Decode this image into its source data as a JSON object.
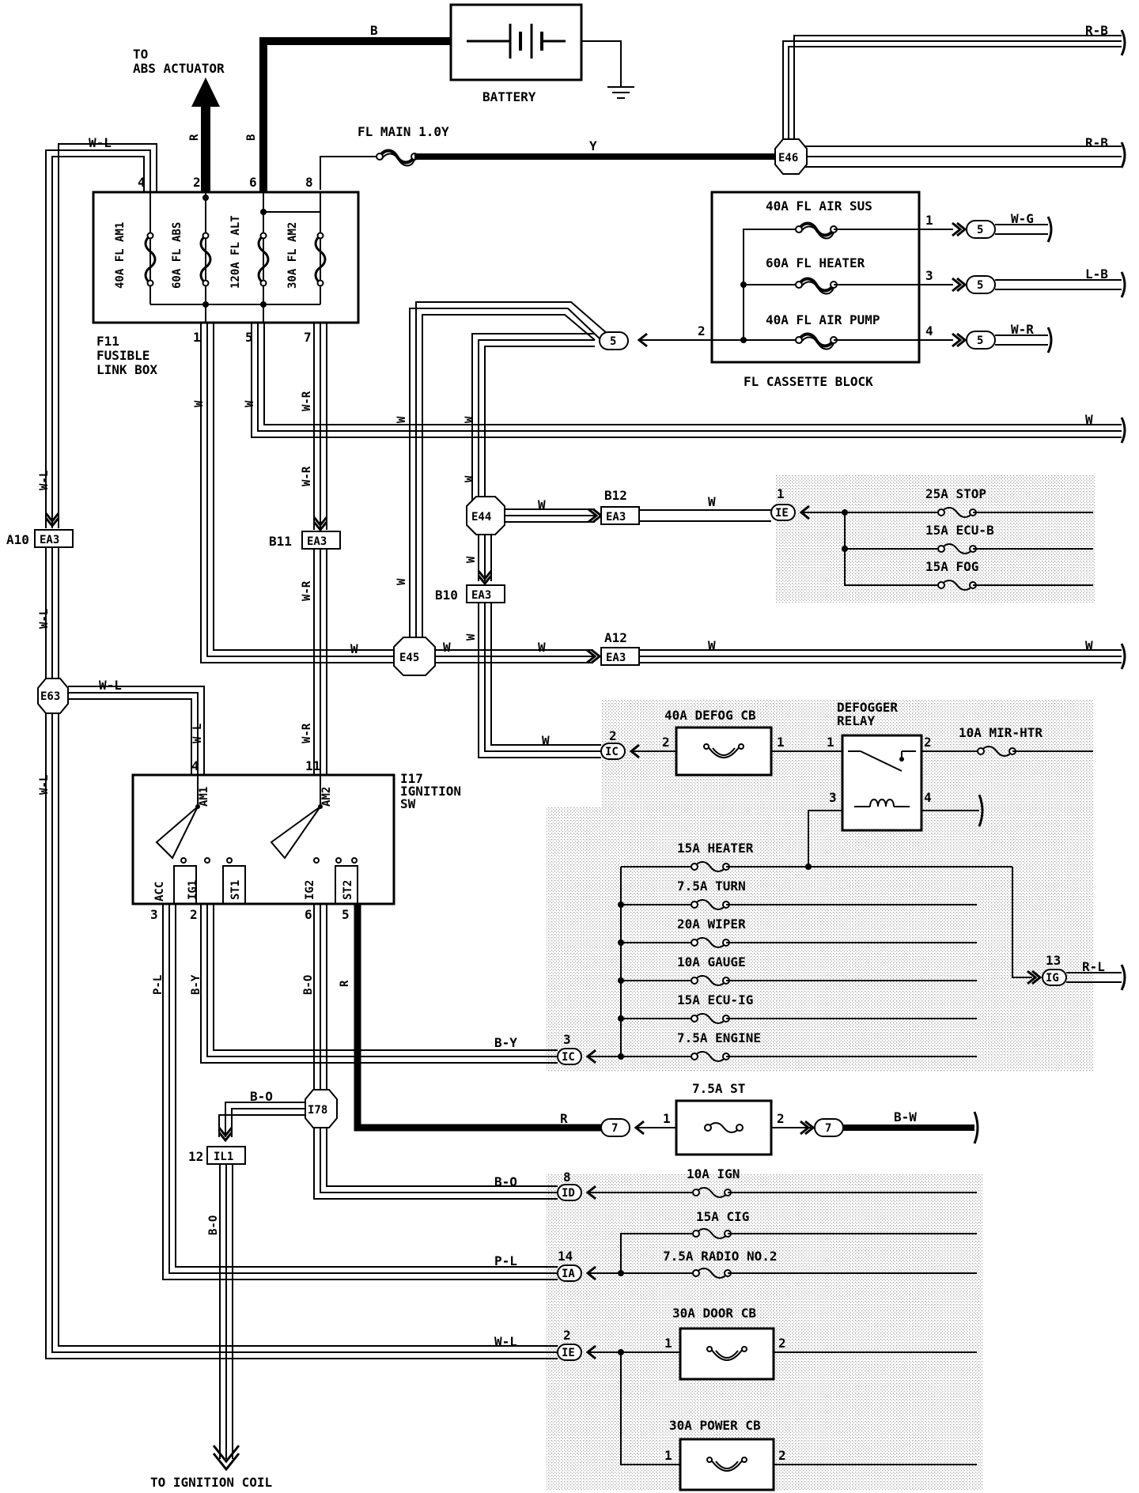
{
  "diagram": {
    "components": {
      "battery": "BATTERY",
      "to_abs": [
        "TO",
        "ABS ACTUATOR"
      ],
      "to_coil": "TO IGNITION COIL",
      "fusible_id": "F11",
      "fusible_name": [
        "FUSIBLE",
        "LINK BOX"
      ],
      "fl_main": "FL MAIN 1.0Y",
      "cassette": "FL CASSETTE BLOCK",
      "ign_id": "I17",
      "ign_name": [
        "IGNITION",
        "SW"
      ],
      "defogger": [
        "DEFOGGER",
        "RELAY"
      ]
    },
    "fusible_links": [
      "40A FL AM1",
      "60A FL ABS",
      "120A FL ALT",
      "30A FL AM2"
    ],
    "cassette_links": [
      "40A FL AIR SUS",
      "60A FL HEATER",
      "40A FL AIR PUMP"
    ],
    "fuses": {
      "stop": "25A STOP",
      "ecu_b": "15A ECU-B",
      "fog": "15A FOG",
      "defog_cb": "40A DEFOG CB",
      "mir_htr": "10A MIR-HTR",
      "heater": "15A HEATER",
      "turn": "7.5A TURN",
      "wiper": "20A WIPER",
      "gauge": "10A GAUGE",
      "ecu_ig": "15A ECU-IG",
      "engine": "7.5A ENGINE",
      "st": "7.5A ST",
      "ign": "10A IGN",
      "cig": "15A CIG",
      "radio": "7.5A RADIO NO.2",
      "door_cb": "30A DOOR CB",
      "power_cb": "30A POWER CB"
    },
    "switch_terms": [
      "AM1",
      "AM2",
      "ACC",
      "IG1",
      "ST1",
      "IG2",
      "ST2"
    ],
    "junctions": [
      "E46",
      "E44",
      "E45",
      "E63",
      "I78"
    ],
    "connectors": {
      "ea3": "EA3",
      "il1": "IL1",
      "ie": "IE",
      "ic": "IC",
      "ig": "IG",
      "id": "ID",
      "ia": "IA",
      "c5": "5",
      "c7": "7"
    },
    "refs": {
      "a10": "A10",
      "b11": "B11",
      "b12": "B12",
      "b10": "B10",
      "a12": "A12",
      "n12": "12"
    },
    "wire_colors": {
      "b": "B",
      "r": "R",
      "y": "Y",
      "w": "W",
      "wl": "W-L",
      "wr": "W-R",
      "rb": "R-B",
      "wg": "W-G",
      "lb": "L-B",
      "by": "B-Y",
      "bo": "B-O",
      "pl": "P-L",
      "bw": "B-W",
      "rl": "R-L"
    },
    "pins": {
      "p1": "1",
      "p2": "2",
      "p3": "3",
      "p4": "4",
      "p5": "5",
      "p6": "6",
      "p7": "7",
      "p8": "8",
      "p11": "11",
      "p13": "13",
      "p14": "14"
    },
    "colors": {
      "ink": "#000000",
      "shade": "#9a9a9a",
      "paper": "#ffffff"
    }
  }
}
